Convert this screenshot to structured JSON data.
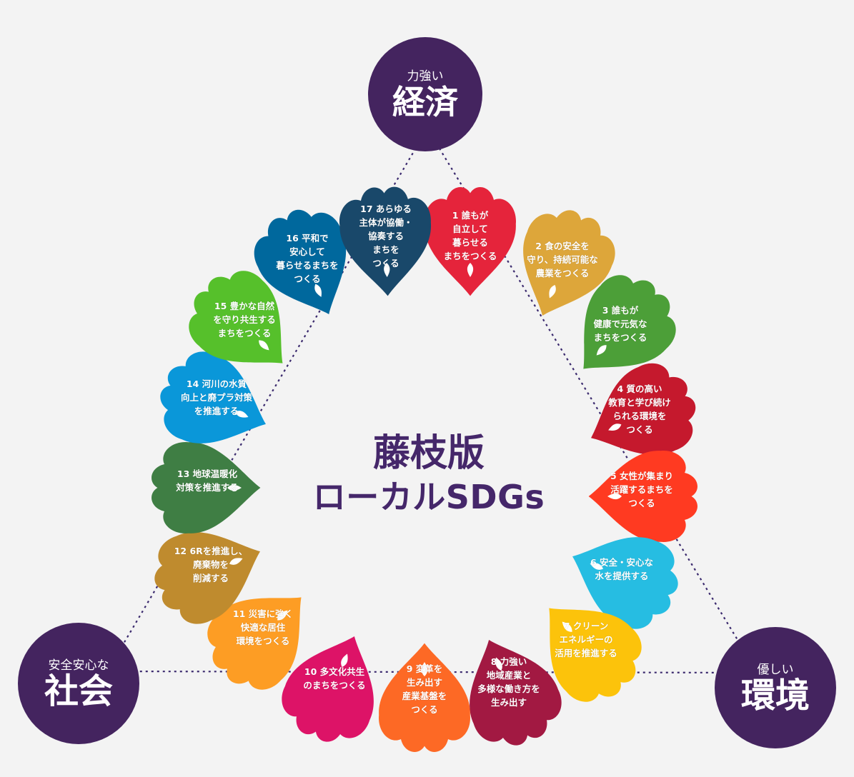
{
  "nodes": {
    "top": {
      "sub": "力強い",
      "main": "経済"
    },
    "left": {
      "sub": "安全安心な",
      "main": "社会"
    },
    "right": {
      "sub": "優しい",
      "main": "環境"
    }
  },
  "center": {
    "line1": "藤枝版",
    "line2": "ローカルSDGs"
  },
  "goals": [
    {
      "num": "1",
      "lines": [
        "1 誰もが",
        "自立して",
        "暮らせる",
        "まちをつくる"
      ],
      "color": "#e5243b"
    },
    {
      "num": "2",
      "lines": [
        "2 食の安全を",
        "守り、持続可能な",
        "農業をつくる"
      ],
      "color": "#dda63a"
    },
    {
      "num": "3",
      "lines": [
        "3 誰もが",
        "健康で元気な",
        "まちをつくる"
      ],
      "color": "#4c9f38"
    },
    {
      "num": "4",
      "lines": [
        "4 質の高い",
        "教育と学び続け",
        "られる環境を",
        "つくる"
      ],
      "color": "#c5192d"
    },
    {
      "num": "5",
      "lines": [
        "5 女性が集まり",
        "活躍するまちを",
        "つくる"
      ],
      "color": "#ff3a21"
    },
    {
      "num": "6",
      "lines": [
        "6 安全・安心な",
        "水を提供する"
      ],
      "color": "#26bde2"
    },
    {
      "num": "7",
      "lines": [
        "7 クリーン",
        "エネルギーの",
        "活用を推進する"
      ],
      "color": "#fcc30b"
    },
    {
      "num": "8",
      "lines": [
        "8 力強い",
        "地域産業と",
        "多様な働き方を",
        "生み出す"
      ],
      "color": "#a21942"
    },
    {
      "num": "9",
      "lines": [
        "9 変革を",
        "生み出す",
        "産業基盤を",
        "つくる"
      ],
      "color": "#fd6925"
    },
    {
      "num": "10",
      "lines": [
        "10 多文化共生",
        "のまちをつくる"
      ],
      "color": "#dd1367"
    },
    {
      "num": "11",
      "lines": [
        "11 災害に強く",
        "快適な居住",
        "環境をつくる"
      ],
      "color": "#fd9d24"
    },
    {
      "num": "12",
      "lines": [
        "12 6Rを推進し、",
        "廃棄物を",
        "削減する"
      ],
      "color": "#bf8b2e"
    },
    {
      "num": "13",
      "lines": [
        "13 地球温暖化",
        "対策を推進する"
      ],
      "color": "#3f7e44"
    },
    {
      "num": "14",
      "lines": [
        "14 河川の水質",
        "向上と廃プラ対策",
        "を推進する"
      ],
      "color": "#0a97d9"
    },
    {
      "num": "15",
      "lines": [
        "15 豊かな自然",
        "を守り共生する",
        "まちをつくる"
      ],
      "color": "#56c02b"
    },
    {
      "num": "16",
      "lines": [
        "16 平和で",
        "安心して",
        "暮らせるまちを",
        "つくる"
      ],
      "color": "#00689d"
    },
    {
      "num": "17",
      "lines": [
        "17 あらゆる",
        "主体が協働・",
        "協奏する",
        "まちを",
        "つくる"
      ],
      "color": "#19486a"
    }
  ]
}
